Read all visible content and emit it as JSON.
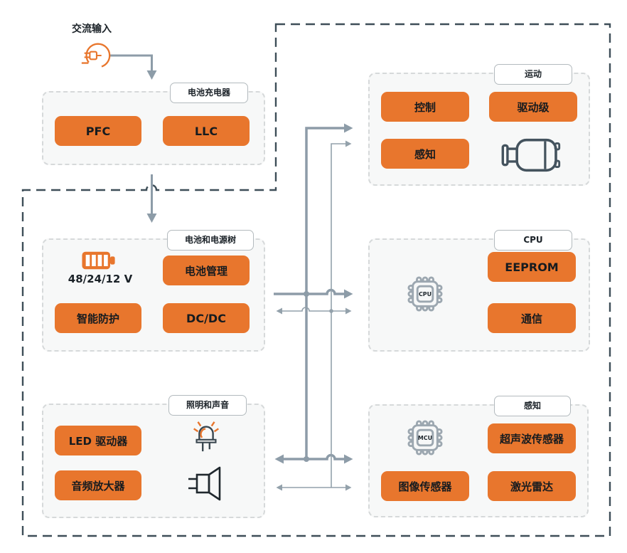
{
  "colors": {
    "accent_orange": "#e8762d",
    "outline_slate": "#3e4e58",
    "connector_gray": "#8d9ca8",
    "panel_fill": "#f7f8f8",
    "panel_border": "#d6d9da",
    "text_dark": "#1b2228"
  },
  "ac_input": {
    "label": "交流输入",
    "icon": "power-plug-icon"
  },
  "sections": {
    "charger": {
      "tab": "电池充电器",
      "blocks": [
        "PFC",
        "LLC"
      ]
    },
    "battery": {
      "tab": "电池和电源树",
      "battery_caption": "48/24/12 V",
      "blocks": [
        "电池管理",
        "智能防护",
        "DC/DC"
      ],
      "icon": "battery-icon"
    },
    "lighting": {
      "tab": "照明和声音",
      "blocks": [
        "LED 驱动器",
        "音频放大器"
      ],
      "icons": [
        "led-icon",
        "speaker-icon"
      ]
    },
    "motion": {
      "tab": "运动",
      "blocks": [
        "控制",
        "驱动级",
        "感知"
      ],
      "icon": "motor-icon"
    },
    "cpu": {
      "tab": "CPU",
      "chip_label": "CPU",
      "blocks": [
        "EEPROM",
        "通信"
      ],
      "icon": "cpu-chip-icon"
    },
    "sensing": {
      "tab": "感知",
      "chip_label": "MCU",
      "blocks": [
        "超声波传感器",
        "图像传感器",
        "激光雷达"
      ],
      "icon": "mcu-chip-icon"
    }
  }
}
